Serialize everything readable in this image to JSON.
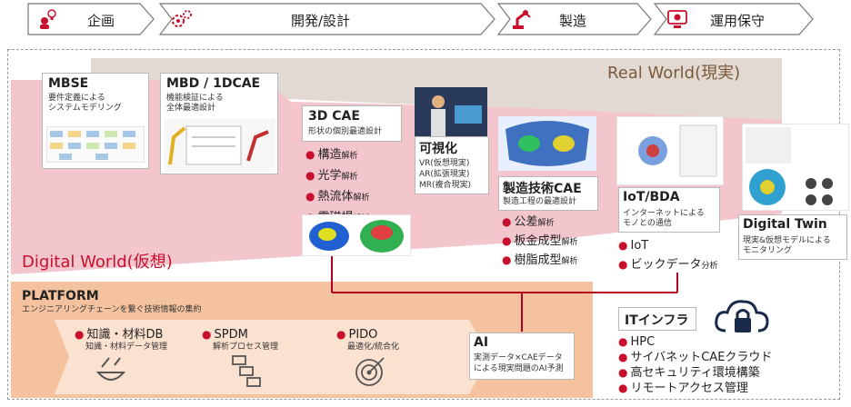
{
  "process": {
    "steps": [
      {
        "label": "企画",
        "icon": "person-lightbulb-icon"
      },
      {
        "label": "開発/設計",
        "icon": "gears-icon"
      },
      {
        "label": "製造",
        "icon": "robot-arm-icon"
      },
      {
        "label": "運用保守",
        "icon": "eye-monitor-icon"
      }
    ]
  },
  "worlds": {
    "real": "Real World(現実)",
    "digital": "Digital World(仮想)"
  },
  "mbse": {
    "title": "MBSE",
    "desc1": "要件定義による",
    "desc2": "システムモデリング"
  },
  "mbd": {
    "title": "MBD / 1DCAE",
    "desc1": "機能検証による",
    "desc2": "全体最適設計"
  },
  "cae3d": {
    "title": "3D CAE",
    "desc": "形状の個別最適設計",
    "items": [
      {
        "main": "構造",
        "suffix": "解析"
      },
      {
        "main": "光学",
        "suffix": "解析"
      },
      {
        "main": "熱流体",
        "suffix": "解析"
      },
      {
        "main": "電磁場",
        "suffix": "解析"
      }
    ]
  },
  "visual": {
    "title": "可視化",
    "lines": [
      "VR(仮想現実)",
      "AR(拡張現実)",
      "MR(複合現実)"
    ]
  },
  "mfgcae": {
    "title": "製造技術CAE",
    "desc": "製造工程の最適設計",
    "items": [
      {
        "main": "公差",
        "suffix": "解析"
      },
      {
        "main": "板金成型",
        "suffix": "解析"
      },
      {
        "main": "樹脂成型",
        "suffix": "解析"
      }
    ]
  },
  "iot": {
    "title": "IoT/BDA",
    "desc1": "インターネットによる",
    "desc2": "モノとの通信",
    "items": [
      {
        "main": "IoT",
        "suffix": ""
      },
      {
        "main": "ビックデータ",
        "suffix": "分析"
      }
    ]
  },
  "twin": {
    "title": "Digital Twin",
    "desc1": "現実&仮想モデルによる",
    "desc2": "モニタリング"
  },
  "platform": {
    "title": "PLATFORM",
    "desc": "エンジニアリングチェーンを繋ぐ技術情報の集約",
    "items": [
      {
        "title": "知識・材料DB",
        "desc": "知識・材料データ管理",
        "icon": "knowledge-bowl-icon"
      },
      {
        "title": "SPDM",
        "desc": "解析プロセス管理",
        "icon": "process-flow-icon"
      },
      {
        "title": "PIDO",
        "desc": "最適化/統合化",
        "icon": "target-dart-icon"
      }
    ]
  },
  "ai": {
    "title": "AI",
    "desc1": "実測データ×CAEデータ",
    "desc2": "による現実問題のAI予測"
  },
  "infra": {
    "title": "ITインフラ",
    "items": [
      "HPC",
      "サイバネットCAEクラウド",
      "高セキュリティ環境構築",
      "リモートアクセス管理"
    ]
  },
  "colors": {
    "accent": "#c8102e",
    "real_band": "#e3d9d3",
    "digital_band": "#f2c6cc",
    "platform": "#f4c29f"
  }
}
